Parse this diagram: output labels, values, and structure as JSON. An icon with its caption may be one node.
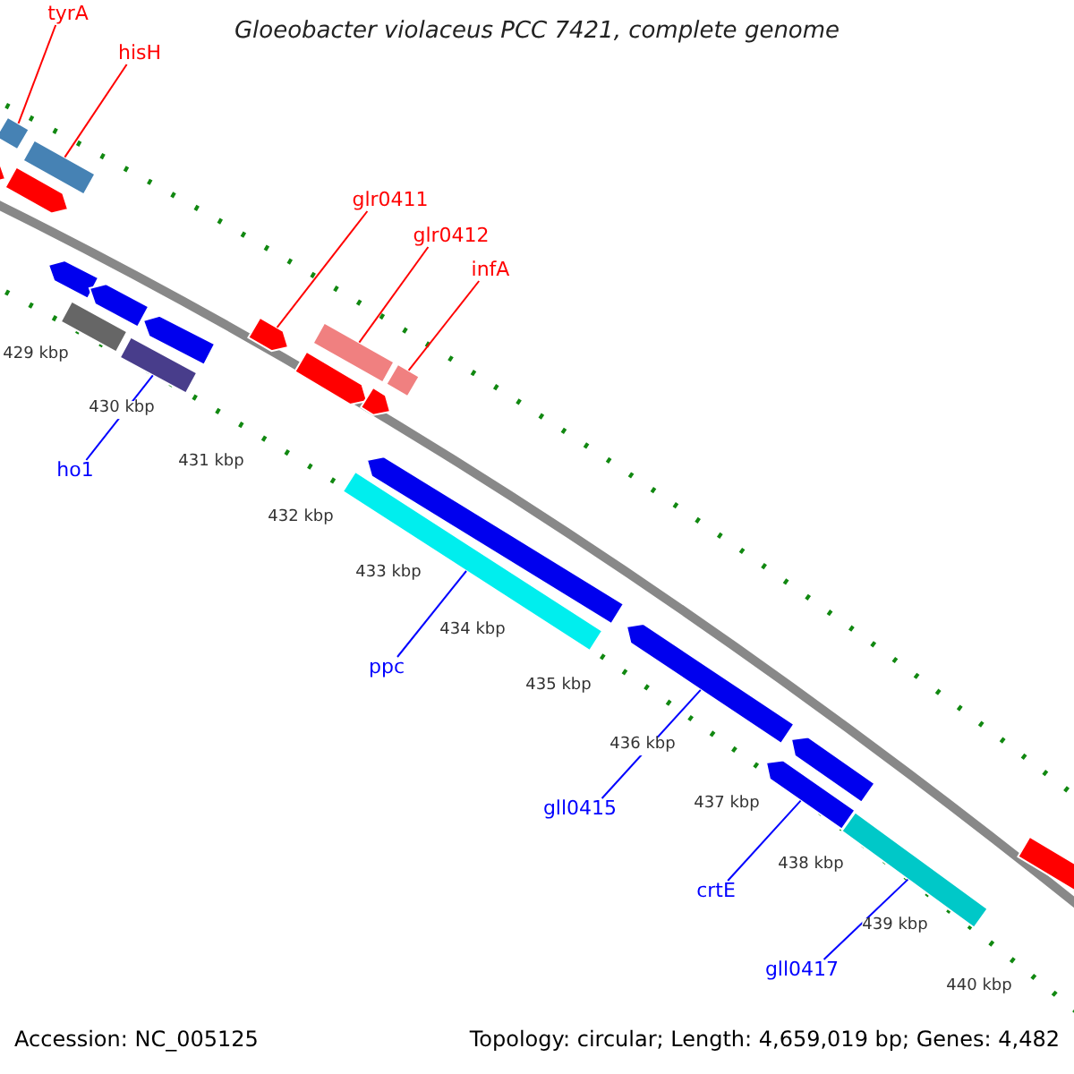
{
  "diagram": {
    "title": "Gloeobacter violaceus PCC 7421, complete genome",
    "nodes": [
      {
        "text": [
          "tyrA"
        ]
      },
      {
        "text": [],
        "shape": "bar"
      },
      {
        "text": [
          "hisH"
        ]
      },
      {
        "text": [],
        "shape": "bar"
      },
      {
        "text": [
          "glr0411"
        ]
      },
      {
        "text": [],
        "shape": "bar"
      },
      {
        "text": [
          "glr0412"
        ]
      },
      {
        "text": [],
        "shape": "bar"
      },
      {
        "text": [
          "infA"
        ]
      },
      {
        "text": [],
        "shape": "bar"
      },
      {
        "text": [
          "ho1"
        ]
      },
      {
        "text": [],
        "shape": "bar"
      },
      {
        "text": [
          "ppc"
        ]
      },
      {
        "text": [],
        "shape": "bar"
      },
      {
        "text": [
          "gll0415"
        ]
      },
      {
        "text": [],
        "shape": "bar"
      },
      {
        "text": [
          "crtE"
        ]
      },
      {
        "text": [],
        "shape": "bar"
      },
      {
        "text": [
          "gll0417"
        ]
      },
      {
        "text": [],
        "shape": "bar"
      }
    ],
    "edges": [
      {
        "from": 0,
        "to": 1,
        "arrow": "none",
        "color": "#ff0000"
      },
      {
        "from": 2,
        "to": 3,
        "arrow": "none",
        "color": "#ff0000"
      },
      {
        "from": 4,
        "to": 5,
        "arrow": "none",
        "color": "#ff0000"
      },
      {
        "from": 6,
        "to": 7,
        "arrow": "none",
        "color": "#ff0000"
      },
      {
        "from": 8,
        "to": 9,
        "arrow": "none",
        "color": "#ff0000"
      },
      {
        "from": 10,
        "to": 11,
        "arrow": "none",
        "color": "#0000ff"
      },
      {
        "from": 12,
        "to": 13,
        "arrow": "none",
        "color": "#0000ff"
      },
      {
        "from": 14,
        "to": 15,
        "arrow": "none",
        "color": "#0000ff"
      },
      {
        "from": 16,
        "to": 17,
        "arrow": "none",
        "color": "#0000ff"
      },
      {
        "from": 18,
        "to": 19,
        "arrow": "none",
        "color": "#0000ff"
      }
    ],
    "labels": [
      "429 kbp",
      "430 kbp",
      "431 kbp",
      "432 kbp",
      "433 kbp",
      "434 kbp",
      "435 kbp",
      "436 kbp",
      "437 kbp",
      "438 kbp",
      "439 kbp",
      "440 kbp",
      "Accession: NC_005125",
      "Topology: circular; Length: 4,659,019 bp; Genes: 4,482"
    ]
  }
}
